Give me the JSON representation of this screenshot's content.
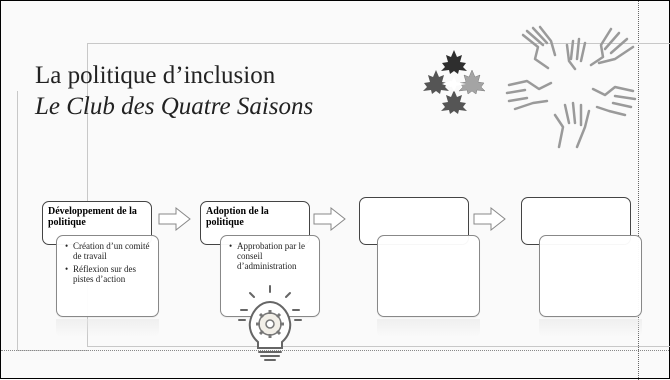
{
  "slide": {
    "title_line1": "La politique d’inclusion",
    "title_line2": "Le Club des Quatre Saisons"
  },
  "steps": [
    {
      "heading": "Développement de la politique",
      "bullets": [
        "Création d’un comité de travail",
        "Réflexion sur des pistes d’action"
      ]
    },
    {
      "heading": "Adoption de la politique",
      "bullets": [
        "Approbation par le conseil d’administration"
      ]
    },
    {
      "heading": "",
      "bullets": []
    },
    {
      "heading": "",
      "bullets": []
    }
  ],
  "icons": [
    "maple-leaves-logo",
    "hands-circle-logo",
    "lightbulb-gear-icon",
    "right-arrow-icon"
  ],
  "colors": {
    "leaf_dark": "#3a3a3a",
    "leaf_mid": "#6e6e6e",
    "leaf_light": "#a8a8a8",
    "line": "#9a9a9a"
  }
}
